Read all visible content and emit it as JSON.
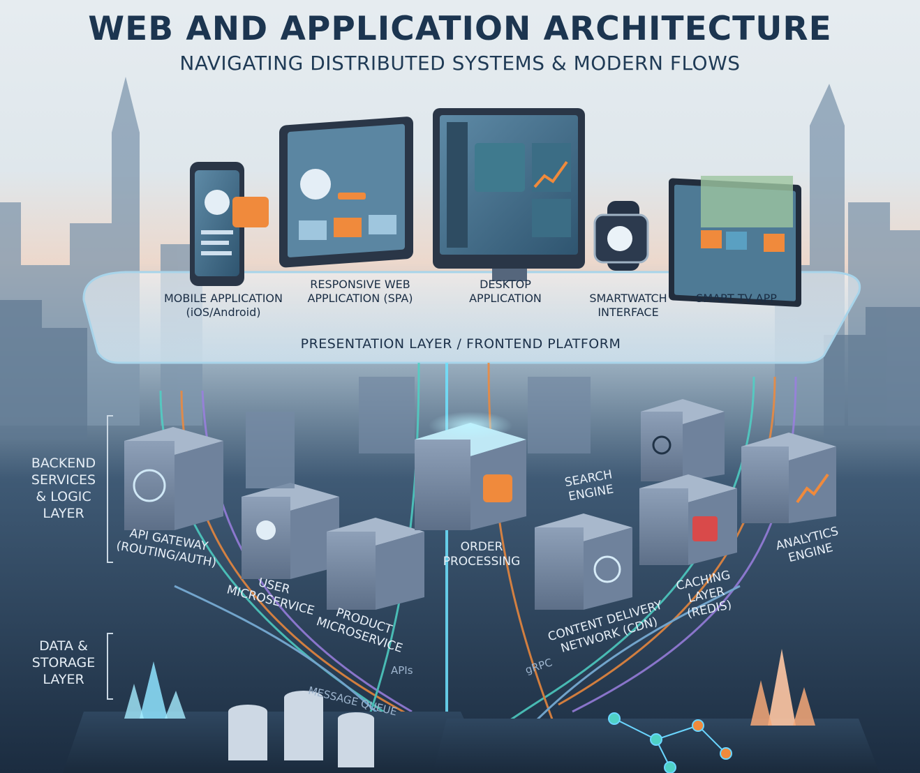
{
  "title": "WEB AND APPLICATION ARCHITECTURE",
  "subtitle": "NAVIGATING DISTRIBUTED SYSTEMS & MODERN FLOWS",
  "presentation": {
    "platform_label": "PRESENTATION LAYER / FRONTEND PLATFORM",
    "devices": [
      {
        "label": "MOBILE APPLICATION\n(iOS/Android)"
      },
      {
        "label": "RESPONSIVE WEB\nAPPLICATION (SPA)"
      },
      {
        "label": "DESKTOP\nAPPLICATION"
      },
      {
        "label": "SMARTWATCH\nINTERFACE"
      },
      {
        "label": "SMART TV APP"
      }
    ]
  },
  "layers": {
    "backend": "BACKEND\nSERVICES\n& LOGIC\nLAYER",
    "data": "DATA &\nSTORAGE\nLAYER"
  },
  "services": [
    {
      "label": "API GATEWAY\n(ROUTING/AUTH)"
    },
    {
      "label": "USER\nMICROSERVICE"
    },
    {
      "label": "PRODUCT\nMICROSERVICE"
    },
    {
      "label": "ORDER\nPROCESSING"
    },
    {
      "label": "SEARCH\nENGINE"
    },
    {
      "label": "CONTENT DELIVERY\nNETWORK (CDN)"
    },
    {
      "label": "CACHING\nLAYER\n(REDIS)"
    },
    {
      "label": "ANALYTICS\nENGINE"
    }
  ],
  "flow_tags": [
    "APIs",
    "gRPC",
    "MESSAGE QUEUE"
  ],
  "colors": {
    "teal": "#4fd1c5",
    "orange": "#f08a3c",
    "purple": "#9b7fe0",
    "navy": "#1c3550"
  }
}
